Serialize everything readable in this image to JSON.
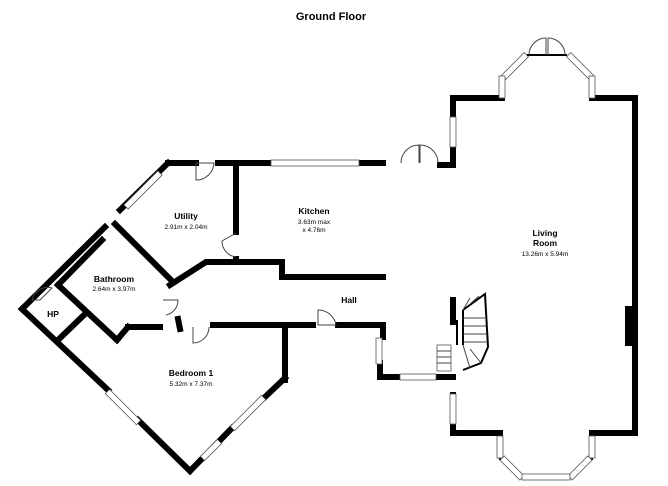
{
  "title": "Ground Floor",
  "rooms": {
    "utility": {
      "name": "Utility",
      "dims": "2.91m x 2.04m"
    },
    "kitchen": {
      "name": "Kitchen",
      "dims1": "3.63m max",
      "dims2": "x 4.76m"
    },
    "living": {
      "name1": "Living",
      "name2": "Room",
      "dims": "13.26m x 5.94m"
    },
    "bathroom": {
      "name": "Bathroom",
      "dims": "2.64m x 3.97m"
    },
    "hall": {
      "name": "Hall"
    },
    "hp": {
      "name": "HP"
    },
    "bedroom1": {
      "name": "Bedroom 1",
      "dims": "5.32m x 7.37m"
    }
  }
}
